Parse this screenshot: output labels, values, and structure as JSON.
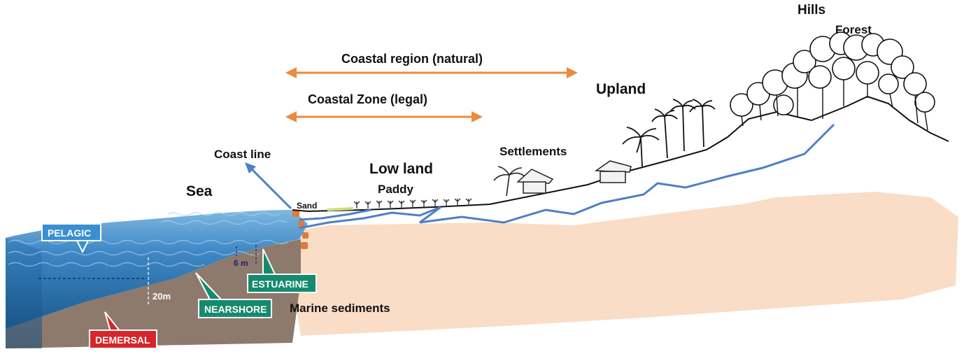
{
  "colors": {
    "arrow": "#ee8a3c",
    "water_line": "#4f7fc4",
    "land": "#f9ddc6",
    "seabed": "#8d7a6c",
    "sea_top": "#5a9fd4",
    "sea_deep": "#1d5f95",
    "pelagic": "#3a8fd0",
    "nearshore": "#168a6e",
    "estuarine": "#168a6e",
    "demersal": "#d5262b"
  },
  "labels": {
    "hills": "Hills",
    "forest": "Forest",
    "upland": "Upland",
    "settlements": "Settlements",
    "lowland": "Low land",
    "paddy": "Paddy",
    "sea": "Sea",
    "coast_line": "Coast line",
    "sand": "Sand",
    "marine_sediments": "Marine sediments",
    "depth_6m": "6 m",
    "depth_20m": "20m"
  },
  "ranges": {
    "coastal_region": "Coastal region (natural)",
    "coastal_zone": "Coastal  Zone (legal)"
  },
  "zones": {
    "pelagic": "PELAGIC",
    "nearshore": "NEARSHORE",
    "estuarine": "ESTUARINE",
    "demersal": "DEMERSAL"
  }
}
